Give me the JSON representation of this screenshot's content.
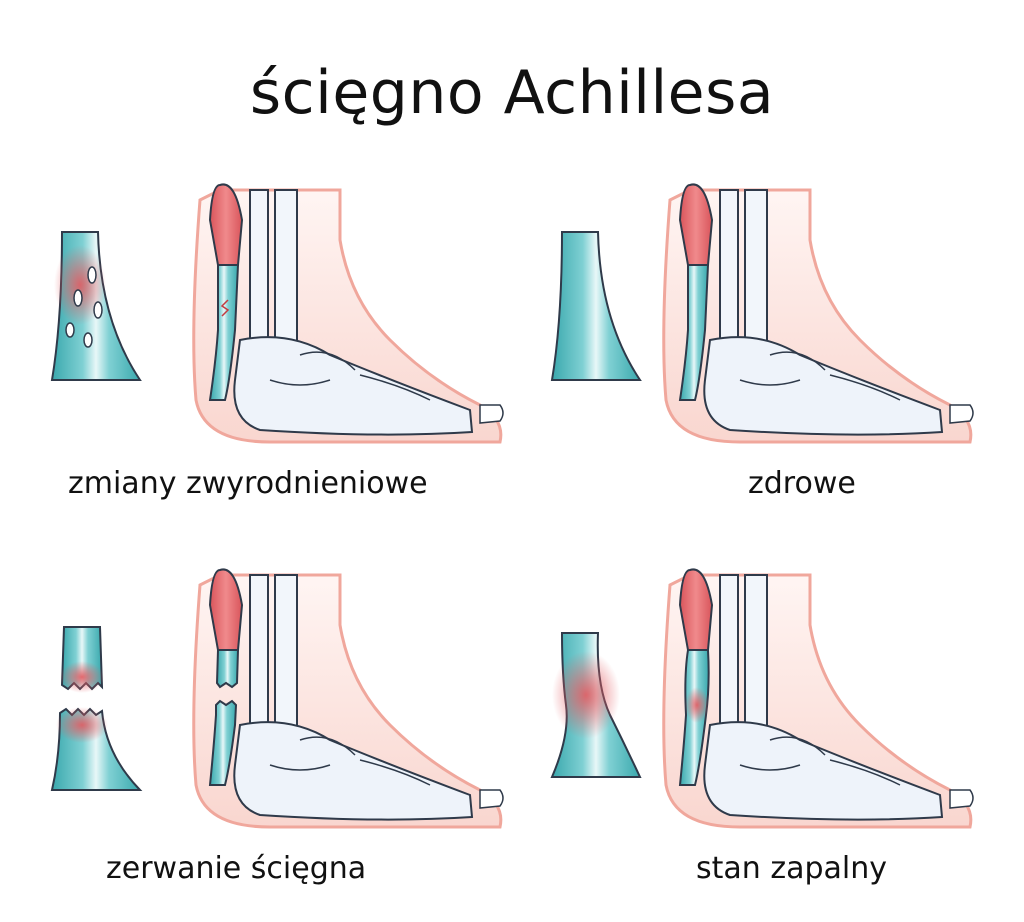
{
  "title": "ścięgno Achillesa",
  "panels": [
    {
      "caption": "zmiany zwyrodnieniowe",
      "condition": "degenerative"
    },
    {
      "caption": "zdrowe",
      "condition": "healthy"
    },
    {
      "caption": "zerwanie ścięgna",
      "condition": "rupture"
    },
    {
      "caption": "stan zapalny",
      "condition": "inflammation"
    }
  ],
  "colors": {
    "tendon_teal": "#4fb8bc",
    "tendon_light": "#cfeef0",
    "muscle_red": "#e0666a",
    "skin": "#fbe1dc",
    "skin_edge": "#f3b9b0",
    "bone": "#f2f6fb",
    "outline": "#2f3a4a",
    "inflamed": "#e86f74"
  }
}
